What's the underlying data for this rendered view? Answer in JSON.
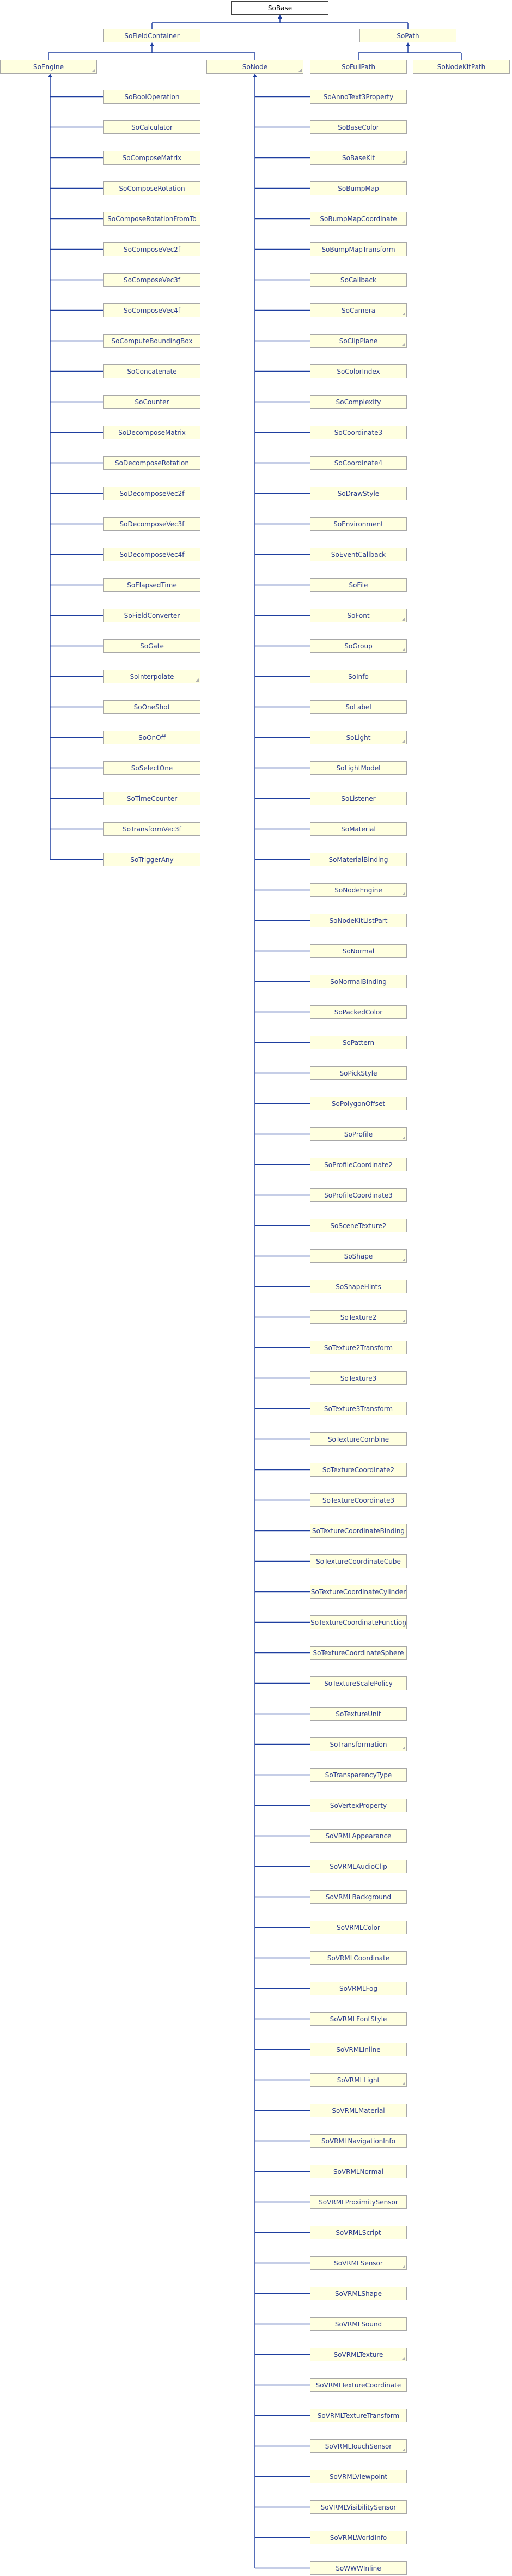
{
  "diagram": {
    "root": "SoBase",
    "level1": [
      "SoFieldContainer",
      "SoPath"
    ],
    "level2": [
      "SoEngine",
      "SoNode",
      "SoFullPath",
      "SoNodeKitPath"
    ],
    "engines": [
      {
        "label": "SoBoolOperation"
      },
      {
        "label": "SoCalculator"
      },
      {
        "label": "SoComposeMatrix"
      },
      {
        "label": "SoComposeRotation"
      },
      {
        "label": "SoComposeRotationFromTo"
      },
      {
        "label": "SoComposeVec2f"
      },
      {
        "label": "SoComposeVec3f"
      },
      {
        "label": "SoComposeVec4f"
      },
      {
        "label": "SoComputeBoundingBox"
      },
      {
        "label": "SoConcatenate"
      },
      {
        "label": "SoCounter"
      },
      {
        "label": "SoDecomposeMatrix"
      },
      {
        "label": "SoDecomposeRotation"
      },
      {
        "label": "SoDecomposeVec2f"
      },
      {
        "label": "SoDecomposeVec3f"
      },
      {
        "label": "SoDecomposeVec4f"
      },
      {
        "label": "SoElapsedTime"
      },
      {
        "label": "SoFieldConverter"
      },
      {
        "label": "SoGate"
      },
      {
        "label": "SoInterpolate",
        "more": true
      },
      {
        "label": "SoOneShot"
      },
      {
        "label": "SoOnOff"
      },
      {
        "label": "SoSelectOne"
      },
      {
        "label": "SoTimeCounter"
      },
      {
        "label": "SoTransformVec3f"
      },
      {
        "label": "SoTriggerAny"
      }
    ],
    "nodes": [
      {
        "label": "SoAnnoText3Property"
      },
      {
        "label": "SoBaseColor"
      },
      {
        "label": "SoBaseKit",
        "more": true
      },
      {
        "label": "SoBumpMap"
      },
      {
        "label": "SoBumpMapCoordinate"
      },
      {
        "label": "SoBumpMapTransform"
      },
      {
        "label": "SoCallback"
      },
      {
        "label": "SoCamera",
        "more": true
      },
      {
        "label": "SoClipPlane",
        "more": true
      },
      {
        "label": "SoColorIndex"
      },
      {
        "label": "SoComplexity"
      },
      {
        "label": "SoCoordinate3"
      },
      {
        "label": "SoCoordinate4"
      },
      {
        "label": "SoDrawStyle"
      },
      {
        "label": "SoEnvironment"
      },
      {
        "label": "SoEventCallback"
      },
      {
        "label": "SoFile"
      },
      {
        "label": "SoFont",
        "more": true
      },
      {
        "label": "SoGroup",
        "more": true
      },
      {
        "label": "SoInfo"
      },
      {
        "label": "SoLabel"
      },
      {
        "label": "SoLight",
        "more": true
      },
      {
        "label": "SoLightModel"
      },
      {
        "label": "SoListener"
      },
      {
        "label": "SoMaterial"
      },
      {
        "label": "SoMaterialBinding"
      },
      {
        "label": "SoNodeEngine",
        "more": true
      },
      {
        "label": "SoNodeKitListPart"
      },
      {
        "label": "SoNormal"
      },
      {
        "label": "SoNormalBinding"
      },
      {
        "label": "SoPackedColor"
      },
      {
        "label": "SoPattern"
      },
      {
        "label": "SoPickStyle"
      },
      {
        "label": "SoPolygonOffset"
      },
      {
        "label": "SoProfile",
        "more": true
      },
      {
        "label": "SoProfileCoordinate2"
      },
      {
        "label": "SoProfileCoordinate3"
      },
      {
        "label": "SoSceneTexture2"
      },
      {
        "label": "SoShape",
        "more": true
      },
      {
        "label": "SoShapeHints"
      },
      {
        "label": "SoTexture2",
        "more": true
      },
      {
        "label": "SoTexture2Transform"
      },
      {
        "label": "SoTexture3"
      },
      {
        "label": "SoTexture3Transform"
      },
      {
        "label": "SoTextureCombine"
      },
      {
        "label": "SoTextureCoordinate2"
      },
      {
        "label": "SoTextureCoordinate3"
      },
      {
        "label": "SoTextureCoordinateBinding"
      },
      {
        "label": "SoTextureCoordinateCube"
      },
      {
        "label": "SoTextureCoordinateCylinder"
      },
      {
        "label": "SoTextureCoordinateFunction",
        "more": true
      },
      {
        "label": "SoTextureCoordinateSphere"
      },
      {
        "label": "SoTextureScalePolicy"
      },
      {
        "label": "SoTextureUnit"
      },
      {
        "label": "SoTransformation",
        "more": true
      },
      {
        "label": "SoTransparencyType"
      },
      {
        "label": "SoVertexProperty"
      },
      {
        "label": "SoVRMLAppearance"
      },
      {
        "label": "SoVRMLAudioClip"
      },
      {
        "label": "SoVRMLBackground"
      },
      {
        "label": "SoVRMLColor"
      },
      {
        "label": "SoVRMLCoordinate"
      },
      {
        "label": "SoVRMLFog"
      },
      {
        "label": "SoVRMLFontStyle"
      },
      {
        "label": "SoVRMLInline"
      },
      {
        "label": "SoVRMLLight",
        "more": true
      },
      {
        "label": "SoVRMLMaterial"
      },
      {
        "label": "SoVRMLNavigationInfo"
      },
      {
        "label": "SoVRMLNormal"
      },
      {
        "label": "SoVRMLProximitySensor"
      },
      {
        "label": "SoVRMLScript"
      },
      {
        "label": "SoVRMLSensor",
        "more": true
      },
      {
        "label": "SoVRMLShape"
      },
      {
        "label": "SoVRMLSound"
      },
      {
        "label": "SoVRMLTexture",
        "more": true
      },
      {
        "label": "SoVRMLTextureCoordinate"
      },
      {
        "label": "SoVRMLTextureTransform"
      },
      {
        "label": "SoVRMLTouchSensor",
        "more": true
      },
      {
        "label": "SoVRMLViewpoint"
      },
      {
        "label": "SoVRMLVisibilitySensor"
      },
      {
        "label": "SoVRMLWorldInfo"
      },
      {
        "label": "SoWWWInline"
      }
    ]
  },
  "colors": {
    "box_fill": "#ffffe0",
    "box_border": "#a8a8a8",
    "root_border": "#404040",
    "text": "#2b3b8f",
    "edge": "#1f3fa0"
  }
}
